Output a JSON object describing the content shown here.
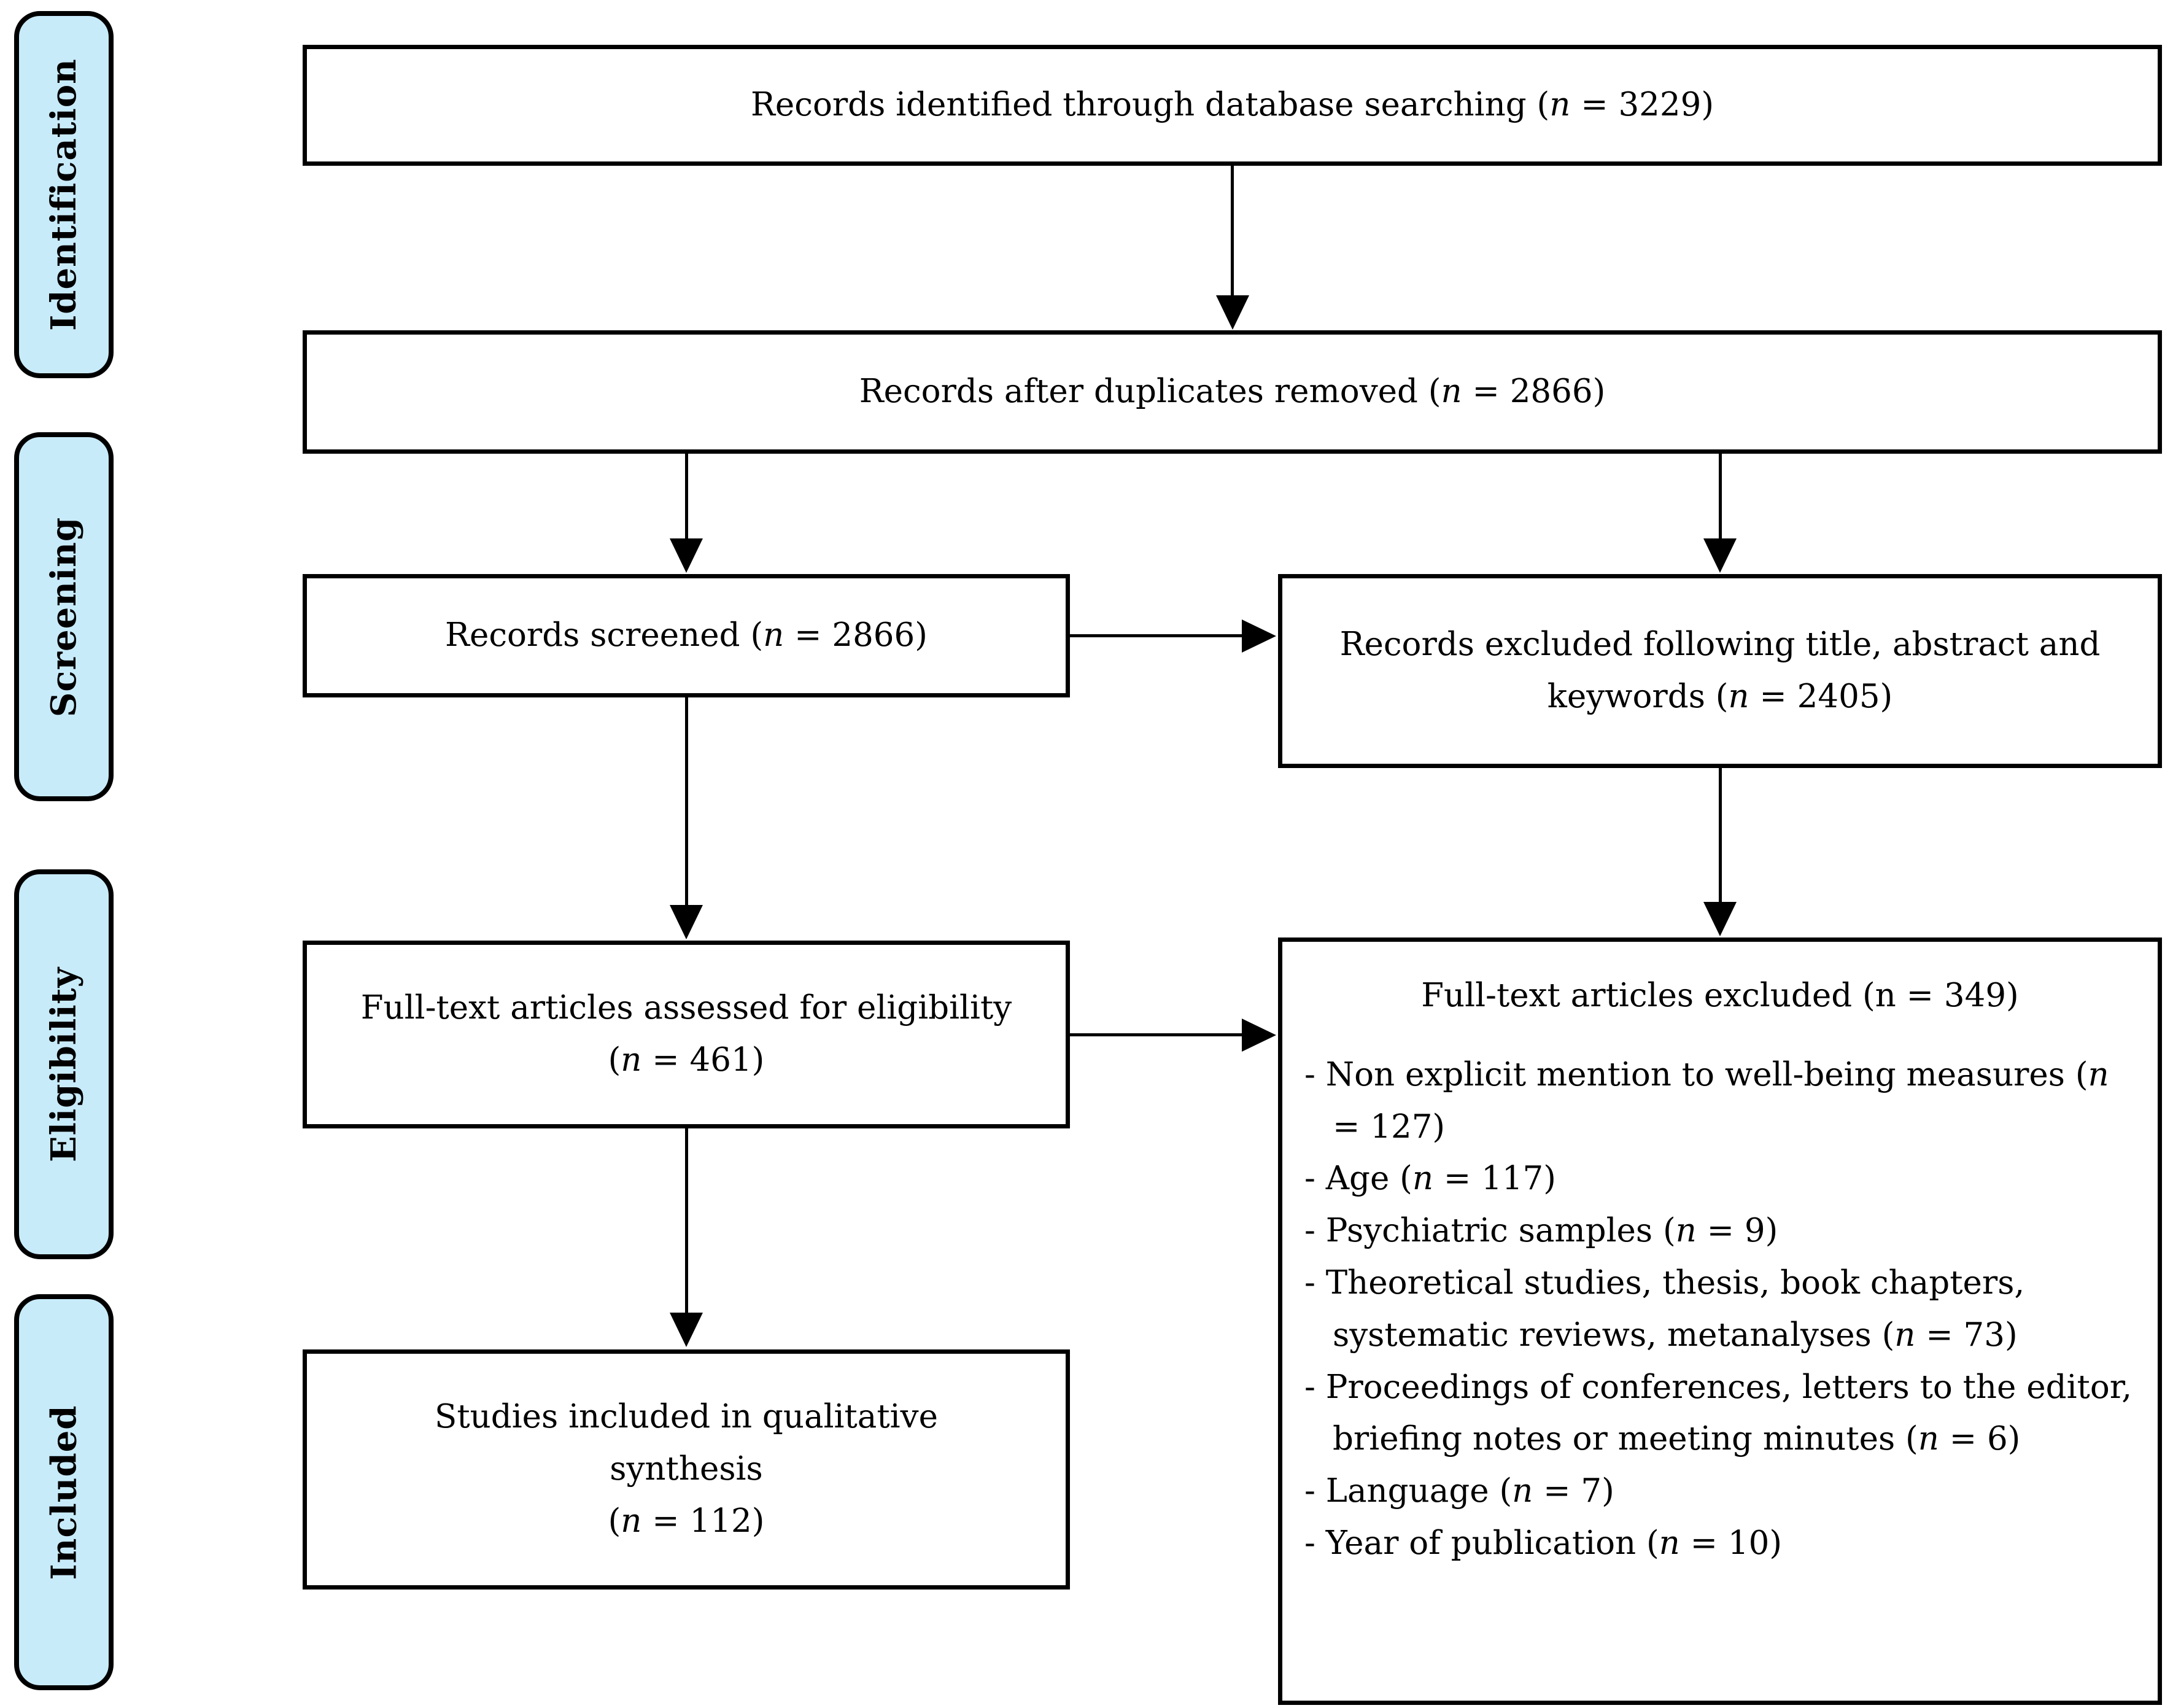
{
  "colors": {
    "stage_fill": "#c8ebfa",
    "box_bg": "#ffffff",
    "page_bg": "#ffffff",
    "ink": "#000000"
  },
  "stages": [
    {
      "label": "Identification"
    },
    {
      "label": "Screening"
    },
    {
      "label": "Eligibility"
    },
    {
      "label": "Included"
    }
  ],
  "boxes": {
    "identified": {
      "text": "Records identified through database searching (n = 3229)"
    },
    "deduplicated": {
      "text": "Records after duplicates removed (n = 2866)"
    },
    "screened": {
      "text": "Records screened (n = 2866)"
    },
    "excluded_screening": {
      "text": "Records excluded following title, abstract and\nkeywords (n = 2405)"
    },
    "fulltext_assessed": {
      "text": "Full-text articles assessed for eligibility\n(n = 461)"
    },
    "fulltext_excluded": {
      "title": "Full-text articles excluded (n = 349)",
      "reasons": [
        "- Non explicit mention to well-being measures (n = 127)",
        "- Age (n = 117)",
        "- Psychiatric samples (n = 9)",
        "- Theoretical studies, thesis, book chapters, systematic reviews, metanalyses (n = 73)",
        "- Proceedings of conferences, letters to the editor, briefing notes or meeting minutes (n = 6)",
        "- Language (n = 7)",
        "- Year of publication (n = 10)"
      ]
    },
    "included_synthesis": {
      "text": "Studies included in qualitative\nsynthesis\n(n = 112)"
    }
  }
}
